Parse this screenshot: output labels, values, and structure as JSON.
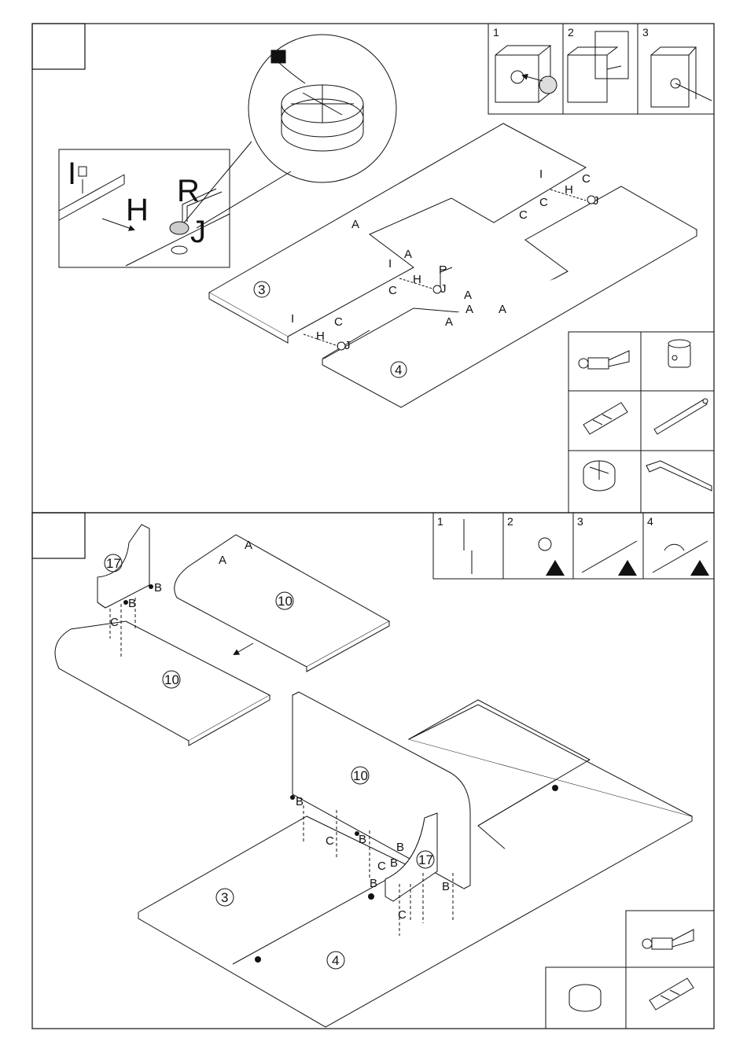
{
  "step1": {
    "inset_labels": {
      "I": "I",
      "H": "H",
      "R": "R",
      "J": "J"
    },
    "part_numbers": [
      "3",
      "4"
    ],
    "hw_labels": {
      "A": "A",
      "C": "C",
      "H": "H",
      "J": "J",
      "I": "I",
      "R": "R"
    },
    "cam_steps": [
      "1",
      "2",
      "3"
    ],
    "hardware_icons": [
      "cam-bolt-icon",
      "cam-nut-icon",
      "wooden-dowel-icon",
      "connector-bolt-icon",
      "cam-lock-icon",
      "allen-key-icon"
    ]
  },
  "step2": {
    "part_numbers": {
      "side": "17",
      "top_panel": "10",
      "bottom_panel": "10",
      "upright": "10",
      "desk_left": "3",
      "desk_right": "4",
      "side2": "17"
    },
    "hw_labels": {
      "A": "A",
      "B": "B",
      "C": "C"
    },
    "install_steps": [
      "1",
      "2",
      "3",
      "4"
    ],
    "hardware_icons": [
      "cam-bolt-icon",
      "cam-lock-icon",
      "wooden-dowel-icon"
    ]
  }
}
